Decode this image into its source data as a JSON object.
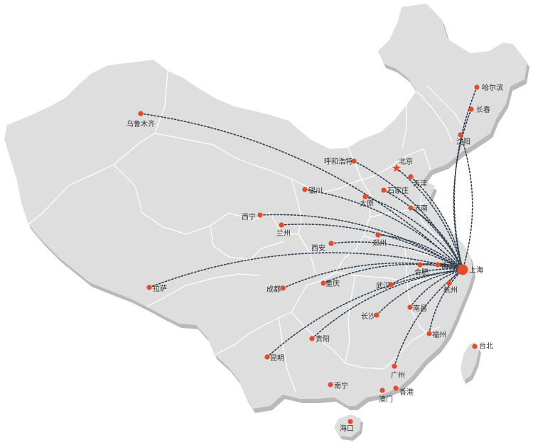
{
  "colors": {
    "land": "#dedede",
    "land_shadow": "#b9b9b9",
    "border": "#ffffff",
    "route": "#2c3e4f",
    "city_dot": "#e64a2a",
    "hub_dot": "#e64a2a",
    "capital_star": "#e64a2a",
    "label": "#333333"
  },
  "hub": {
    "id": "shanghai",
    "name": "上海"
  },
  "capital": {
    "id": "beijing",
    "name": "北京",
    "icon": "star-icon"
  },
  "cities": [
    {
      "id": "urumqi",
      "name": "乌鲁木齐",
      "route": true
    },
    {
      "id": "harbin",
      "name": "哈尔滨",
      "route": true
    },
    {
      "id": "changchun",
      "name": "长春",
      "route": true
    },
    {
      "id": "shenyang",
      "name": "沈阳",
      "route": true
    },
    {
      "id": "hohhot",
      "name": "呼和浩特",
      "route": true
    },
    {
      "id": "tianjin",
      "name": "天津",
      "route": true
    },
    {
      "id": "yinchuan",
      "name": "银川",
      "route": true
    },
    {
      "id": "shijiazhuang",
      "name": "石家庄",
      "route": true
    },
    {
      "id": "taiyuan",
      "name": "太原",
      "route": true
    },
    {
      "id": "jinan",
      "name": "济南",
      "route": true
    },
    {
      "id": "xining",
      "name": "西宁",
      "route": true
    },
    {
      "id": "lanzhou",
      "name": "兰州",
      "route": true
    },
    {
      "id": "zhengzhou",
      "name": "郑州",
      "route": true
    },
    {
      "id": "xian",
      "name": "西安",
      "route": true
    },
    {
      "id": "nanjing",
      "name": "南京",
      "route": true
    },
    {
      "id": "hefei",
      "name": "合肥",
      "route": true
    },
    {
      "id": "lhasa",
      "name": "拉萨",
      "route": true
    },
    {
      "id": "chengdu",
      "name": "成都",
      "route": true
    },
    {
      "id": "chongqing",
      "name": "重庆",
      "route": true
    },
    {
      "id": "wuhan",
      "name": "武汉",
      "route": true
    },
    {
      "id": "hangzhou",
      "name": "杭州",
      "route": true
    },
    {
      "id": "changsha",
      "name": "长沙",
      "route": true
    },
    {
      "id": "nanchang",
      "name": "南昌",
      "route": true
    },
    {
      "id": "guiyang",
      "name": "贵阳",
      "route": true
    },
    {
      "id": "fuzhou",
      "name": "福州",
      "route": true
    },
    {
      "id": "taibei",
      "name": "台北",
      "route": false
    },
    {
      "id": "kunming",
      "name": "昆明",
      "route": true
    },
    {
      "id": "guangzhou",
      "name": "广州",
      "route": true
    },
    {
      "id": "nanning",
      "name": "南宁",
      "route": false
    },
    {
      "id": "macau",
      "name": "澳门",
      "route": false
    },
    {
      "id": "hongkong",
      "name": "香港",
      "route": false
    },
    {
      "id": "haikou",
      "name": "海口",
      "route": false
    }
  ]
}
